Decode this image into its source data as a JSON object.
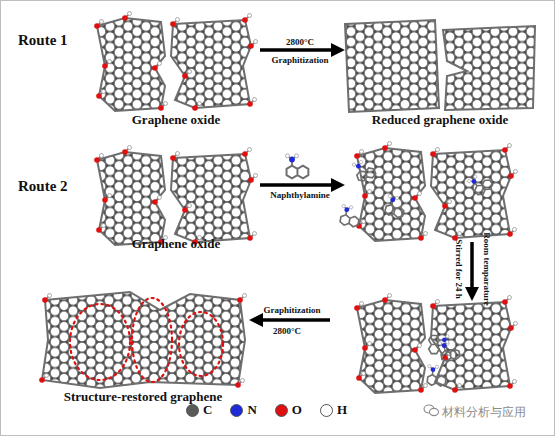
{
  "diagram": {
    "nodes": [
      {
        "text": [
          "Graphene oxide"
        ]
      },
      {
        "text": [
          "Reduced graphene oxide"
        ]
      },
      {
        "text": [
          "Graphene oxide"
        ]
      },
      {
        "text": []
      },
      {
        "text": []
      },
      {
        "text": [
          "Structure-restored graphene"
        ]
      }
    ],
    "edges": [
      {
        "from": 0,
        "to": 1,
        "arrow": "to",
        "label": "Graphitization"
      },
      {
        "from": 2,
        "to": 3,
        "arrow": "to",
        "label": "Naphthylamine"
      },
      {
        "from": 3,
        "to": 4,
        "arrow": "to",
        "label": "Stirred for 24 h"
      },
      {
        "from": 4,
        "to": 5,
        "arrow": "to",
        "label": "Graphitization"
      }
    ],
    "labels": [
      "Route 1",
      "Route 2",
      "2800°C",
      "Room temparature",
      "2800°C",
      "材料分析与应用"
    ],
    "legend": [
      {
        "text": "C",
        "color": "#5a5a5a"
      },
      {
        "text": "N",
        "color": "#1f2bd6"
      },
      {
        "text": "O",
        "color": "#e01010"
      },
      {
        "text": "H",
        "color": "#ffffff"
      }
    ]
  }
}
